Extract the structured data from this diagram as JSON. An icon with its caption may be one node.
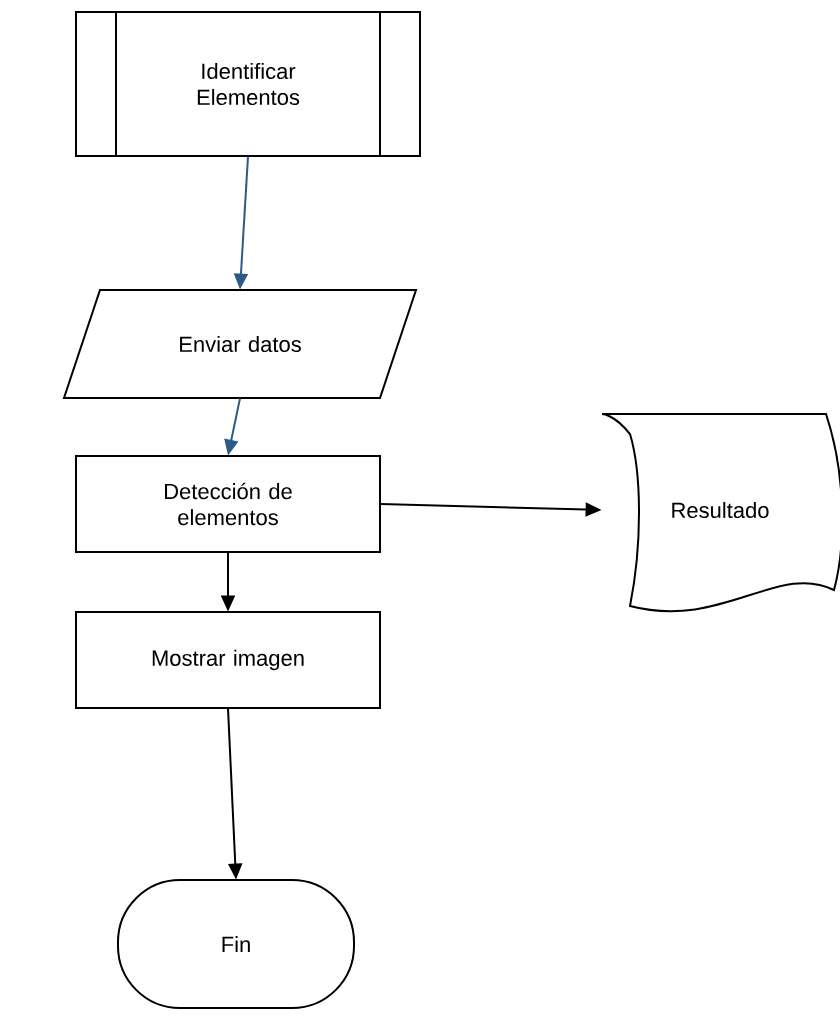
{
  "diagram": {
    "nodes": [
      {
        "text": [
          "Identificar Elementos"
        ]
      },
      {
        "text": [
          "Enviar datos"
        ]
      },
      {
        "text": [
          "Detección de elementos"
        ]
      },
      {
        "text": [
          "Resultado"
        ]
      },
      {
        "text": [
          "Mostrar imagen"
        ]
      },
      {
        "text": [
          "Fin"
        ]
      }
    ],
    "edges": [
      {
        "from": 0,
        "to": 1,
        "arrow": "to",
        "color": "#2e5a88"
      },
      {
        "from": 1,
        "to": 2,
        "arrow": "to",
        "color": "#2e5a88"
      },
      {
        "from": 2,
        "to": 3,
        "arrow": "to"
      },
      {
        "from": 2,
        "to": 4,
        "arrow": "to"
      },
      {
        "from": 4,
        "to": 5,
        "arrow": "to"
      }
    ]
  }
}
